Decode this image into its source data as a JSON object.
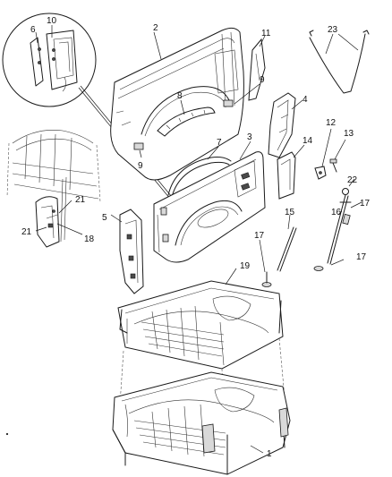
{
  "callouts": {
    "c1": "1",
    "c2": "2",
    "c3": "3",
    "c4": "4",
    "c5": "5",
    "c6": "6",
    "c7": "7",
    "c8": "8",
    "c9a": "9",
    "c9b": "9",
    "c10": "10",
    "c11": "11",
    "c12": "12",
    "c13": "13",
    "c14": "14",
    "c15": "15",
    "c16": "16",
    "c17a": "17",
    "c17b": "17",
    "c17c": "17",
    "c18": "18",
    "c19": "19",
    "c21a": "21",
    "c21b": "21",
    "c22": "22",
    "c23": "23"
  }
}
